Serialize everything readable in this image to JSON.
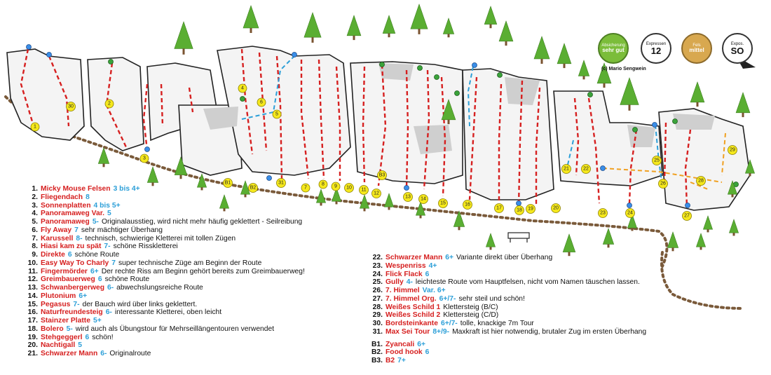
{
  "badges": {
    "protection": {
      "line1": "Absicherung",
      "line2": "sehr gut"
    },
    "quickdraws": {
      "line1": "Expressen",
      "line2": "12"
    },
    "rock": {
      "line1": "Fels",
      "line2": "mittel"
    },
    "exposure": {
      "line1": "Expos.",
      "line2": "SO"
    }
  },
  "copyright": "(c) Mario Sengwein",
  "colors": {
    "route": "#d62020",
    "grade": "#2c9fd8",
    "tree": "#5aae32",
    "marker": "#f5e81c",
    "path": "#7a5a3a"
  },
  "map_labels": [
    "30",
    "1",
    "2",
    "3",
    "4",
    "5",
    "6",
    "7",
    "8",
    "9",
    "10",
    "11",
    "12",
    "13",
    "14",
    "15",
    "16",
    "17",
    "18",
    "19",
    "20",
    "21",
    "22",
    "23",
    "24",
    "25",
    "26",
    "27",
    "28",
    "29",
    "31",
    "B1",
    "B2",
    "B3"
  ],
  "routes_left": [
    {
      "num": "1.",
      "name": "Micky Mouse Felsen",
      "grade": "3 bis 4+",
      "desc": ""
    },
    {
      "num": "2.",
      "name": "Fliegendach",
      "grade": "8",
      "desc": ""
    },
    {
      "num": "3.",
      "name": "Sonnenplatten",
      "grade": "4 bis 5+",
      "desc": ""
    },
    {
      "num": "4.",
      "name": "Panoramaweg Var.",
      "grade": "5",
      "desc": ""
    },
    {
      "num": "5.",
      "name": "Panoramaweg",
      "grade": "5-",
      "desc": "Originalausstieg, wird nicht mehr häufig geklettert - Seilreibung"
    },
    {
      "num": "6.",
      "name": "Fly Away",
      "grade": "7",
      "desc": "sehr mächtiger Überhang"
    },
    {
      "num": "7.",
      "name": "Karussell",
      "grade": "8-",
      "desc": "technisch, schwierige Kletterei mit tollen Zügen"
    },
    {
      "num": "8.",
      "name": "Hiasi kam zu spät",
      "grade": "7-",
      "desc": "schöne Risskletterei"
    },
    {
      "num": "9.",
      "name": "Direkte",
      "grade": "6",
      "desc": "schöne Route"
    },
    {
      "num": "10.",
      "name": "Easy Way To Charly",
      "grade": "7",
      "desc": "super technische Züge am Beginn der Route"
    },
    {
      "num": "11.",
      "name": "Fingermörder",
      "grade": "6+",
      "desc": "Der rechte Riss am Beginn gehört bereits zum Greimbauerweg!"
    },
    {
      "num": "12.",
      "name": "Greimbauerweg",
      "grade": "6",
      "desc": "schöne Route"
    },
    {
      "num": "13.",
      "name": "Schwanbergerweg",
      "grade": "6-",
      "desc": "abwechslungsreiche Route"
    },
    {
      "num": "14.",
      "name": "Plutonium",
      "grade": "6+",
      "desc": ""
    },
    {
      "num": "15.",
      "name": "Pegasus",
      "grade": "7-",
      "desc": "der Bauch wird über links geklettert."
    },
    {
      "num": "16.",
      "name": "Naturfreundesteig",
      "grade": "6-",
      "desc": "interessante Kletterei, oben leicht"
    },
    {
      "num": "17.",
      "name": "Stainzer Platte",
      "grade": "5+",
      "desc": ""
    },
    {
      "num": "18.",
      "name": "Bolero",
      "grade": "5-",
      "desc": "wird auch als Übungstour für Mehrseillängentouren verwendet"
    },
    {
      "num": "19.",
      "name": "Stehgeggerl",
      "grade": "6",
      "desc": "schön!"
    },
    {
      "num": "20.",
      "name": "Nachtigall",
      "grade": "5",
      "desc": ""
    },
    {
      "num": "21.",
      "name": "Schwarzer Mann",
      "grade": "6-",
      "desc": "Originalroute"
    }
  ],
  "routes_right": [
    {
      "num": "22.",
      "name": "Schwarzer Mann",
      "grade": "6+",
      "desc": "Variante direkt über Überhang"
    },
    {
      "num": "23.",
      "name": "Wespenriss",
      "grade": "4+",
      "desc": ""
    },
    {
      "num": "24.",
      "name": "Flick Flack",
      "grade": "6",
      "desc": ""
    },
    {
      "num": "25.",
      "name": "Gully",
      "grade": "4-",
      "desc": "leichteste Route vom Hauptfelsen, nicht vom Namen täuschen lassen."
    },
    {
      "num": "26.",
      "name": "7. Himmel",
      "grade": "Var. 6+",
      "desc": ""
    },
    {
      "num": "27.",
      "name": "7. Himmel Org.",
      "grade": "6+/7-",
      "desc": "sehr steil und schön!"
    },
    {
      "num": "28.",
      "name": "Weißes Schild 1",
      "grade": "",
      "desc": "Klettersteig (B/C)"
    },
    {
      "num": "29.",
      "name": "Weißes Schild 2",
      "grade": "",
      "desc": "Klettersteig (C/D)"
    },
    {
      "num": "30.",
      "name": "Bordsteinkante",
      "grade": "6+/7-",
      "desc": "tolle, knackige 7m Tour"
    },
    {
      "num": "31.",
      "name": "Max Sei Tour",
      "grade": "8+/9-",
      "desc": "Maxkraft ist hier notwendig, brutaler Zug im ersten Überhang"
    }
  ],
  "boulders": [
    {
      "num": "B1.",
      "name": "Zyancali",
      "grade": "6+"
    },
    {
      "num": "B2.",
      "name": "Food hook",
      "grade": "6"
    },
    {
      "num": "B3.",
      "name": "B2",
      "grade": "7+"
    }
  ]
}
